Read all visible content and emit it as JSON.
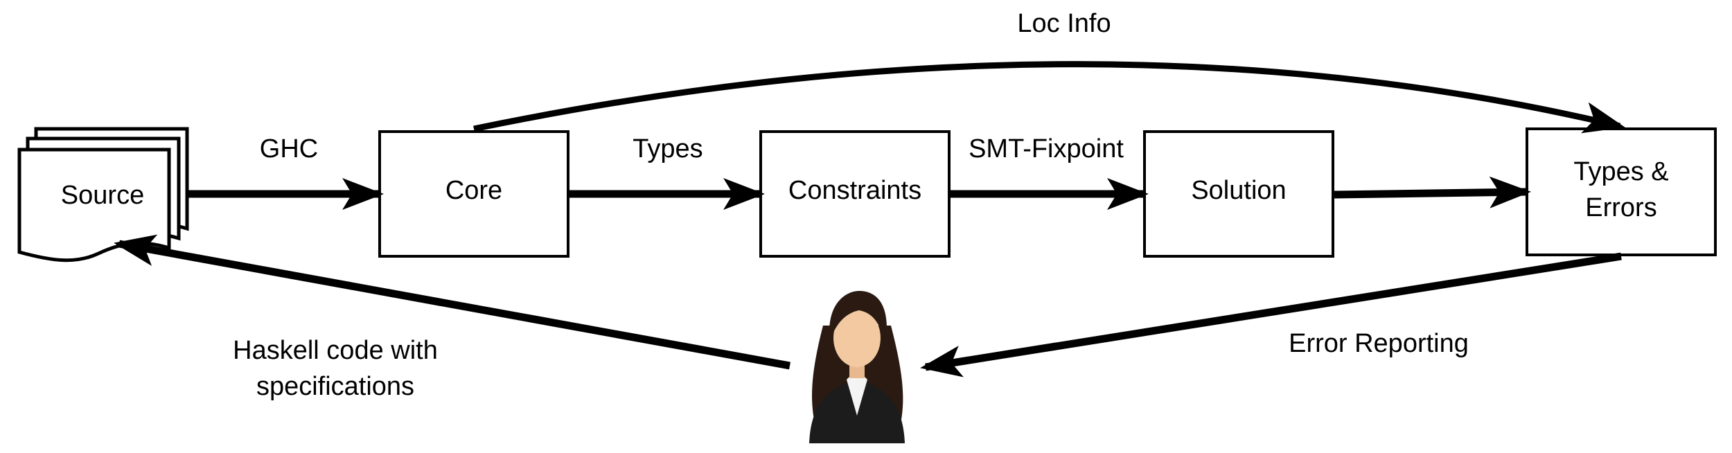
{
  "nodes": {
    "source": {
      "label": "Source"
    },
    "core": {
      "label": "Core"
    },
    "constraints": {
      "label": "Constraints"
    },
    "solution": {
      "label": "Solution"
    },
    "types_errors": {
      "line1": "Types &",
      "line2": "Errors"
    }
  },
  "edges": {
    "ghc": {
      "label": "GHC"
    },
    "types": {
      "label": "Types"
    },
    "smt_fixpoint": {
      "label": "SMT-Fixpoint"
    },
    "loc_info": {
      "label": "Loc Info"
    },
    "error_reporting": {
      "label": "Error Reporting"
    },
    "haskell_code": {
      "line1": "Haskell code with",
      "line2": "specifications"
    }
  },
  "user": {
    "icon": "user-woman-icon"
  },
  "colors": {
    "stroke": "#000000",
    "background": "#ffffff",
    "hair": "#2a1a12",
    "skin": "#f2c9a0",
    "jacket": "#1c1c1c",
    "shirt": "#f4f4f4"
  }
}
